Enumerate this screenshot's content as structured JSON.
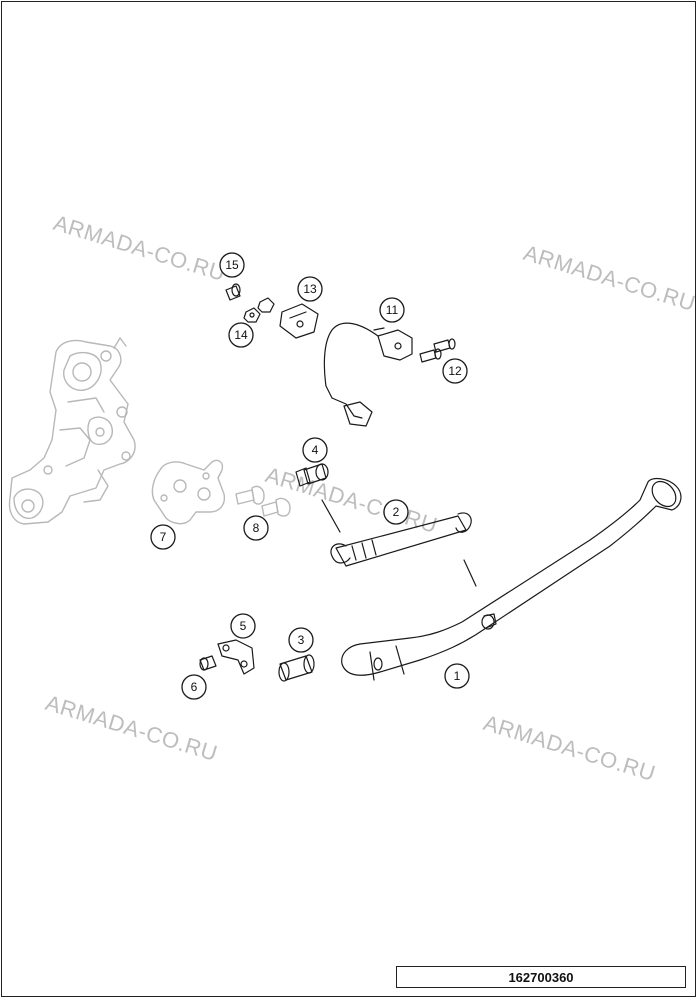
{
  "watermark": "ARMADA-CO.RU",
  "drawing_code": "162700360",
  "callouts": [
    "1",
    "2",
    "3",
    "4",
    "5",
    "6",
    "7",
    "8",
    "11",
    "12",
    "13",
    "14",
    "15"
  ],
  "colors": {
    "line": "#1a1a1a",
    "ghost": "#b8b8b8",
    "watermark": "#bdbdbd"
  }
}
